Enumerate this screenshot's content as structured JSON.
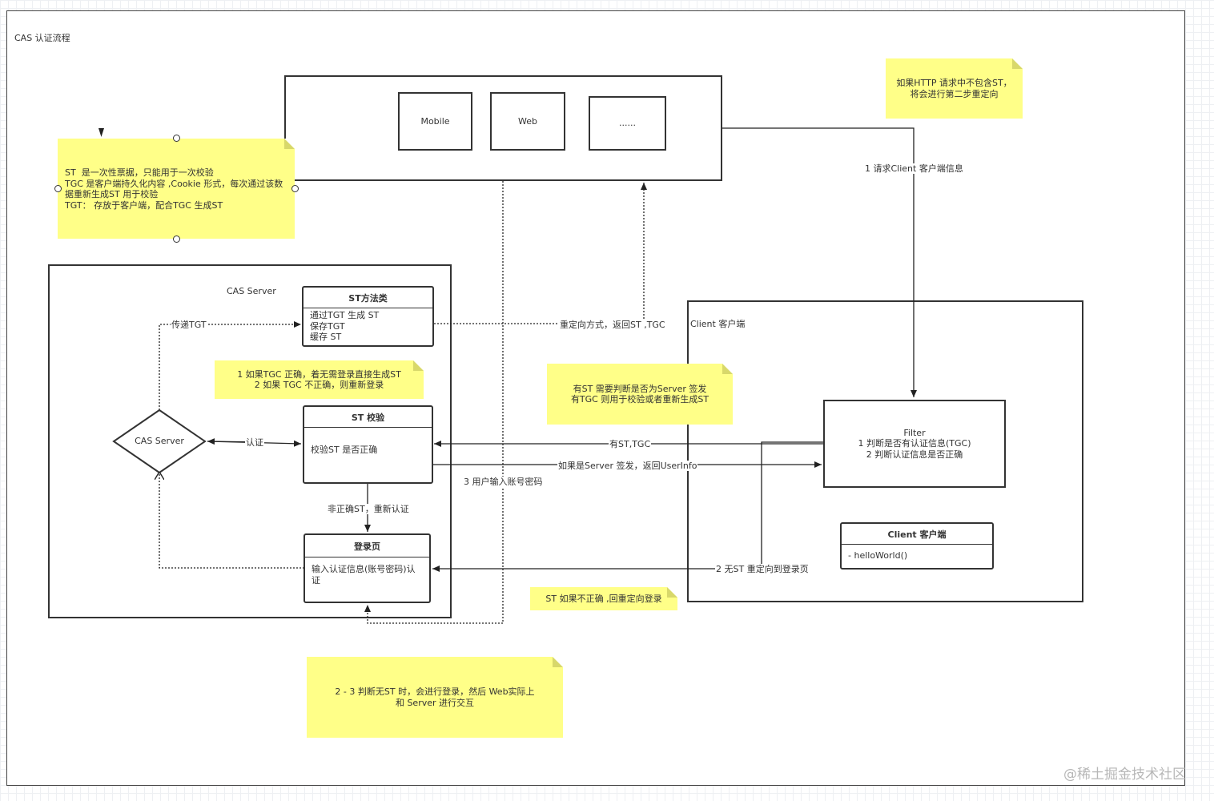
{
  "title": "CAS 认证流程",
  "clients": {
    "mobile": "Mobile",
    "web": "Web",
    "other": "......"
  },
  "notes": {
    "st_explain": "ST  是一次性票据，只能用于一次校验\nTGC 是客户端持久化内容 ,Cookie 形式，每次通过该数\n据重新生成ST 用于校验\nTGT： 存放于客户端，配合TGC 生成ST",
    "http_no_st": "如果HTTP 请求中不包含ST，\n将会进行第二步重定向",
    "tgc_correct": "1 如果TGC 正确，着无需登录直接生成ST\n2 如果 TGC 不正确，则重新登录",
    "has_st": "有ST 需要判断是否为Server 签发\n有TGC 则用于校验或者重新生成ST",
    "st_wrong": "ST 如果不正确 ,回重定向登录",
    "step_23": "2 - 3 判断无ST 时，会进行登录，然后 Web实际上\n和 Server 进行交互"
  },
  "cas_server": {
    "container_label": "CAS Server",
    "diamond_label": "CAS Server",
    "st_methods": {
      "title": "ST方法类",
      "body": "通过TGT 生成 ST\n保存TGT\n缓存 ST"
    },
    "st_verify": {
      "title": "ST 校验",
      "body": "校验ST 是否正确"
    },
    "login_page": {
      "title": "登录页",
      "body": "输入认证信息(账号密码)认\n证"
    }
  },
  "client": {
    "container_label": "Client 客户端",
    "filter": "Filter\n1 判断是否有认证信息(TGC)\n2 判断认证信息是否正确",
    "class_box": {
      "title": "Client 客户端",
      "body": "- helloWorld()"
    }
  },
  "edge_labels": {
    "request_client": "1 请求Client 客户端信息",
    "redirect_st": "重定向方式，返回ST ,TGC",
    "pass_tgt": "传递TGT",
    "auth": "认证",
    "has_st_tgc": "有ST,TGC",
    "server_signed": "如果是Server 签发，返回UserInfo",
    "user_input": "3 用户输入账号密码",
    "wrong_st": "非正确ST，重新认证",
    "no_st_redirect": "2 无ST 重定向到登录页"
  },
  "watermark": "@稀土掘金技术社区"
}
